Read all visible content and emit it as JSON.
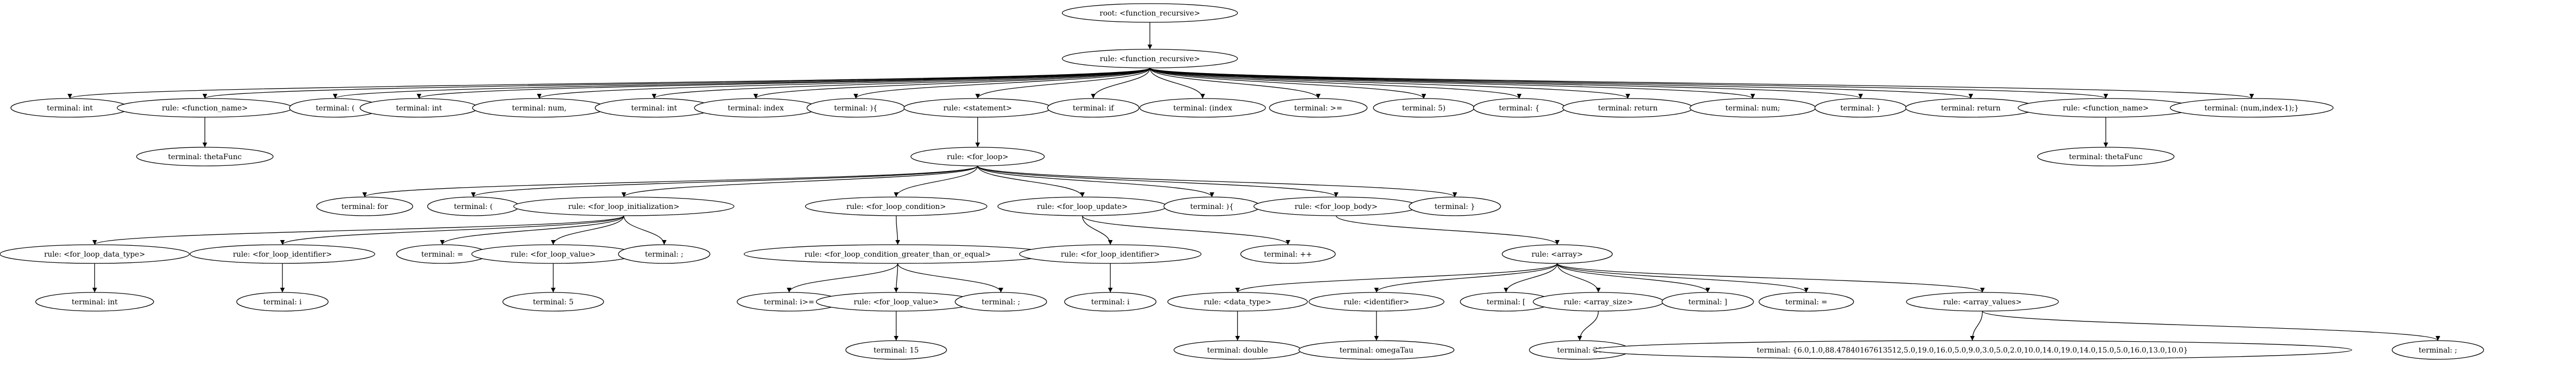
{
  "graph": {
    "nodes": [
      {
        "id": "n0",
        "label": "root: <function_recursive>"
      },
      {
        "id": "n1",
        "label": "rule: <function_recursive>"
      },
      {
        "id": "n2",
        "label": "terminal: int"
      },
      {
        "id": "n3",
        "label": "rule: <function_name>"
      },
      {
        "id": "n4",
        "label": "terminal: ("
      },
      {
        "id": "n5",
        "label": "terminal: int"
      },
      {
        "id": "n6",
        "label": "terminal: num,"
      },
      {
        "id": "n7",
        "label": "terminal: int"
      },
      {
        "id": "n8",
        "label": "terminal: index"
      },
      {
        "id": "n9",
        "label": "terminal: ){"
      },
      {
        "id": "n10",
        "label": "rule: <statement>"
      },
      {
        "id": "n11",
        "label": "terminal: if"
      },
      {
        "id": "n12",
        "label": "terminal: (index"
      },
      {
        "id": "n13",
        "label": "terminal: >="
      },
      {
        "id": "n14",
        "label": "terminal: 5)"
      },
      {
        "id": "n15",
        "label": "terminal: {"
      },
      {
        "id": "n16",
        "label": "terminal: return"
      },
      {
        "id": "n17",
        "label": "terminal: num;"
      },
      {
        "id": "n18",
        "label": "terminal: }"
      },
      {
        "id": "n19",
        "label": "terminal: return"
      },
      {
        "id": "n20",
        "label": "rule: <function_name>"
      },
      {
        "id": "n21",
        "label": "terminal: (num,index-1);}"
      },
      {
        "id": "n22",
        "label": "terminal: thetaFunc"
      },
      {
        "id": "n23",
        "label": "rule: <for_loop>"
      },
      {
        "id": "n24",
        "label": "terminal: thetaFunc"
      },
      {
        "id": "n25",
        "label": "terminal: for"
      },
      {
        "id": "n26",
        "label": "terminal: ("
      },
      {
        "id": "n27",
        "label": "rule: <for_loop_initialization>"
      },
      {
        "id": "n28",
        "label": "rule: <for_loop_condition>"
      },
      {
        "id": "n29",
        "label": "rule: <for_loop_update>"
      },
      {
        "id": "n30",
        "label": "terminal: ){"
      },
      {
        "id": "n31",
        "label": "rule: <for_loop_body>"
      },
      {
        "id": "n32",
        "label": "terminal: }"
      },
      {
        "id": "n33",
        "label": "rule: <for_loop_data_type>"
      },
      {
        "id": "n34",
        "label": "rule: <for_loop_identifier>"
      },
      {
        "id": "n35",
        "label": "terminal: ="
      },
      {
        "id": "n36",
        "label": "rule: <for_loop_value>"
      },
      {
        "id": "n37",
        "label": "terminal: ;"
      },
      {
        "id": "n38",
        "label": "rule: <for_loop_condition_greater_than_or_equal>"
      },
      {
        "id": "n39",
        "label": "rule: <for_loop_identifier>"
      },
      {
        "id": "n40",
        "label": "terminal: ++"
      },
      {
        "id": "n41",
        "label": "rule: <array>"
      },
      {
        "id": "n42",
        "label": "terminal: int"
      },
      {
        "id": "n43",
        "label": "terminal: i"
      },
      {
        "id": "n44",
        "label": "terminal: 5"
      },
      {
        "id": "n45",
        "label": "terminal: i>="
      },
      {
        "id": "n46",
        "label": "rule: <for_loop_value>"
      },
      {
        "id": "n47",
        "label": "terminal: ;"
      },
      {
        "id": "n48",
        "label": "terminal: i"
      },
      {
        "id": "n49",
        "label": "rule: <data_type>"
      },
      {
        "id": "n50",
        "label": "rule: <identifier>"
      },
      {
        "id": "n51",
        "label": "terminal: ["
      },
      {
        "id": "n52",
        "label": "rule: <array_size>"
      },
      {
        "id": "n53",
        "label": "terminal: ]"
      },
      {
        "id": "n54",
        "label": "terminal: ="
      },
      {
        "id": "n55",
        "label": "rule: <array_values>"
      },
      {
        "id": "n56",
        "label": "terminal: 15"
      },
      {
        "id": "n57",
        "label": "terminal: double"
      },
      {
        "id": "n58",
        "label": "terminal: omegaTau"
      },
      {
        "id": "n59",
        "label": "terminal: 20"
      },
      {
        "id": "n60",
        "label": "terminal: {6.0,1.0,88.47840167613512,5.0,19.0,16.0,5.0,9.0,3.0,5.0,2.0,10.0,14.0,19.0,14.0,15.0,5.0,16.0,13.0,10.0}"
      },
      {
        "id": "n61",
        "label": "terminal: ;"
      }
    ],
    "edges": [
      [
        "n0",
        "n1"
      ],
      [
        "n1",
        "n2"
      ],
      [
        "n1",
        "n3"
      ],
      [
        "n1",
        "n4"
      ],
      [
        "n1",
        "n5"
      ],
      [
        "n1",
        "n6"
      ],
      [
        "n1",
        "n7"
      ],
      [
        "n1",
        "n8"
      ],
      [
        "n1",
        "n9"
      ],
      [
        "n1",
        "n10"
      ],
      [
        "n1",
        "n11"
      ],
      [
        "n1",
        "n12"
      ],
      [
        "n1",
        "n13"
      ],
      [
        "n1",
        "n14"
      ],
      [
        "n1",
        "n15"
      ],
      [
        "n1",
        "n16"
      ],
      [
        "n1",
        "n17"
      ],
      [
        "n1",
        "n18"
      ],
      [
        "n1",
        "n19"
      ],
      [
        "n1",
        "n20"
      ],
      [
        "n1",
        "n21"
      ],
      [
        "n3",
        "n22"
      ],
      [
        "n10",
        "n23"
      ],
      [
        "n20",
        "n24"
      ],
      [
        "n23",
        "n25"
      ],
      [
        "n23",
        "n26"
      ],
      [
        "n23",
        "n27"
      ],
      [
        "n23",
        "n28"
      ],
      [
        "n23",
        "n29"
      ],
      [
        "n23",
        "n30"
      ],
      [
        "n23",
        "n31"
      ],
      [
        "n23",
        "n32"
      ],
      [
        "n27",
        "n33"
      ],
      [
        "n27",
        "n34"
      ],
      [
        "n27",
        "n35"
      ],
      [
        "n27",
        "n36"
      ],
      [
        "n27",
        "n37"
      ],
      [
        "n28",
        "n38"
      ],
      [
        "n29",
        "n39"
      ],
      [
        "n29",
        "n40"
      ],
      [
        "n31",
        "n41"
      ],
      [
        "n33",
        "n42"
      ],
      [
        "n34",
        "n43"
      ],
      [
        "n36",
        "n44"
      ],
      [
        "n38",
        "n45"
      ],
      [
        "n38",
        "n46"
      ],
      [
        "n38",
        "n47"
      ],
      [
        "n39",
        "n48"
      ],
      [
        "n41",
        "n49"
      ],
      [
        "n41",
        "n50"
      ],
      [
        "n41",
        "n51"
      ],
      [
        "n41",
        "n52"
      ],
      [
        "n41",
        "n53"
      ],
      [
        "n41",
        "n54"
      ],
      [
        "n41",
        "n55"
      ],
      [
        "n46",
        "n56"
      ],
      [
        "n49",
        "n57"
      ],
      [
        "n50",
        "n58"
      ],
      [
        "n52",
        "n59"
      ],
      [
        "n55",
        "n60"
      ],
      [
        "n55",
        "n61"
      ]
    ]
  }
}
